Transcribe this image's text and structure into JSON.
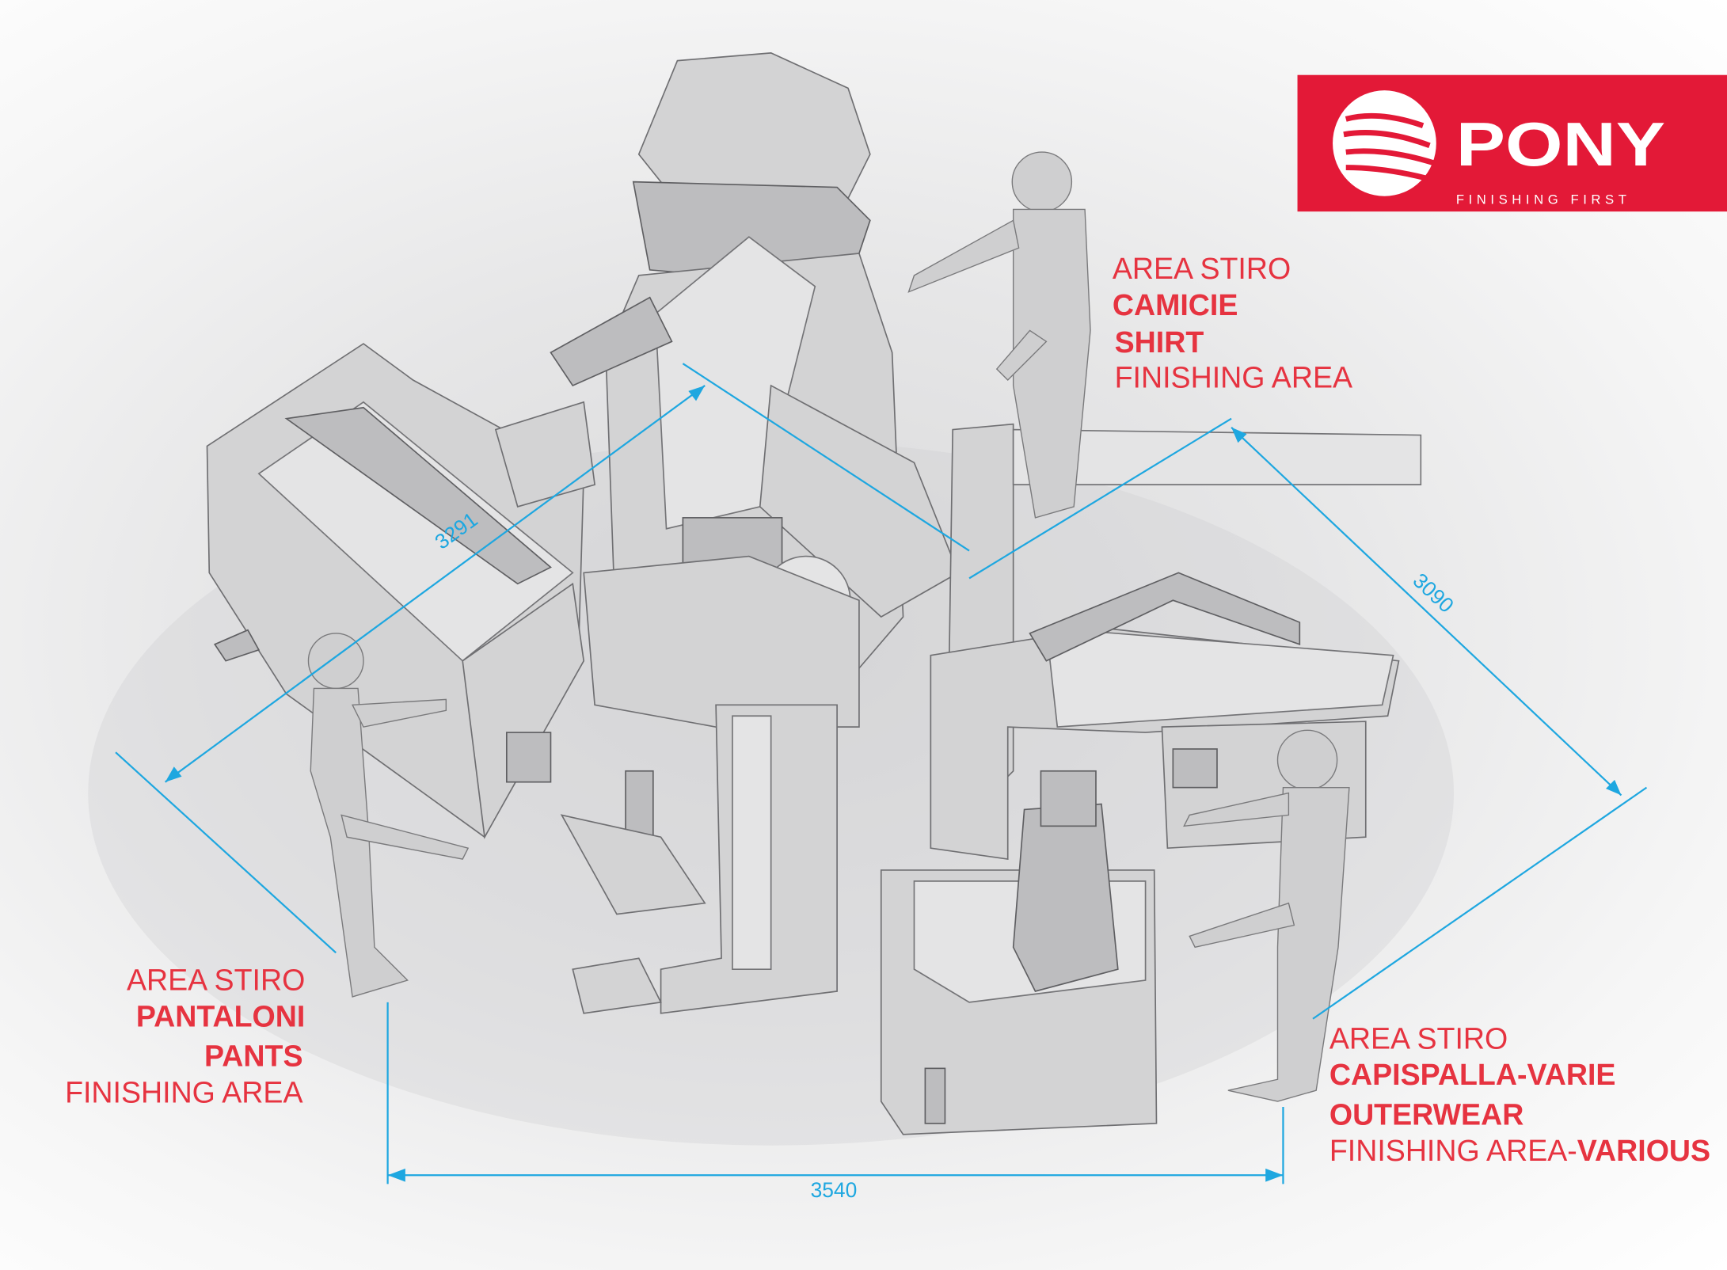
{
  "logo": {
    "brand": "PONY",
    "tagline": "FINISHING FIRST",
    "background": "#e31937"
  },
  "labels": {
    "shirt": {
      "line1": "AREA STIRO",
      "line2": "CAMICIE",
      "line3": "SHIRT",
      "line4": "FINISHING AREA"
    },
    "pants": {
      "line1": "AREA STIRO",
      "line2": "PANTALONI",
      "line3": "PANTS",
      "line4": "FINISHING AREA"
    },
    "outerwear": {
      "line1": "AREA STIRO",
      "line2": "CAPISPALLA-VARIE",
      "line3": "OUTERWEAR",
      "line4a": "FINISHING AREA-",
      "line4b": "VARIOUS"
    }
  },
  "dimensions": {
    "pants_depth": "3291",
    "shirt_to_outerwear": "3090",
    "overall_width": "3540"
  },
  "colors": {
    "label": "#e63340",
    "dimension": "#1ea7e0"
  }
}
